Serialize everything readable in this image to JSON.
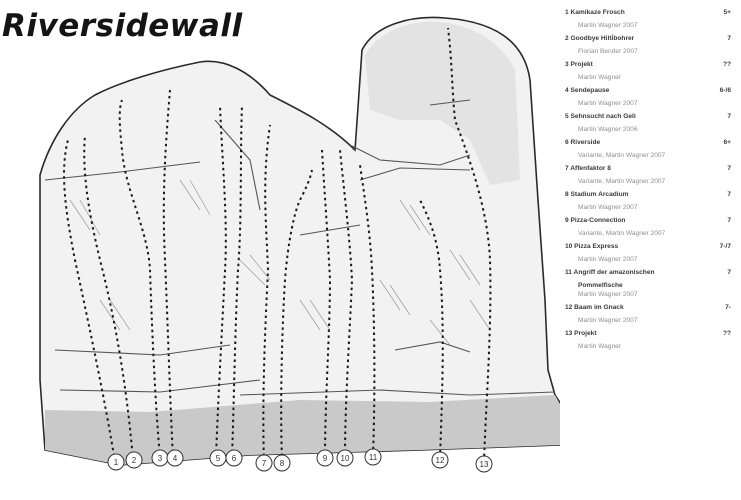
{
  "title": "Riversidewall",
  "routes": [
    {
      "name": "1 Kamikaze Frosch",
      "grade": "5+",
      "sub": "Martin Wagner 2007"
    },
    {
      "name": "2 Goodbye Hilti̇bohrer",
      "grade": "7",
      "sub": "Florian Bender 2007"
    },
    {
      "name": "3 Projekt",
      "grade": "??",
      "sub": "Martin Wagner"
    },
    {
      "name": "4 Sendepause",
      "grade": "6-/6",
      "sub": "Martin Wagner 2007"
    },
    {
      "name": "5 Sehnsucht nach Geli",
      "grade": "7",
      "sub": "Martin Wagner 2006"
    },
    {
      "name": "6 Riverside",
      "grade": "6+",
      "sub": "Variante, Martin Wagner 2007"
    },
    {
      "name": "7 Affenfaktor 8",
      "grade": "7",
      "sub": "Variante, Martin Wagner 2007"
    },
    {
      "name": "8 Stadium Arcadium",
      "grade": "7",
      "sub": "Martin Wagner 2007"
    },
    {
      "name": "9 Pizza-Connection",
      "grade": "7",
      "sub": "Variante, Martin Wagner 2007"
    },
    {
      "name": "10 Pizza Express",
      "grade": "7-/7",
      "sub": "Martin Wagner 2007"
    },
    {
      "name": "11 Angriff der amazonischen",
      "cont": "Pommelfische",
      "grade": "7",
      "sub": "Martin Wagner 2007"
    },
    {
      "name": "12 Baam im Gnack",
      "grade": "7-",
      "sub": "Martin Wagner 2007"
    },
    {
      "name": "13 Projekt",
      "grade": "??",
      "sub": "Martin Wagner"
    }
  ],
  "route_numbers": [
    "1",
    "2",
    "3",
    "4",
    "5",
    "6",
    "7",
    "8",
    "9",
    "10",
    "11",
    "12",
    "13"
  ]
}
